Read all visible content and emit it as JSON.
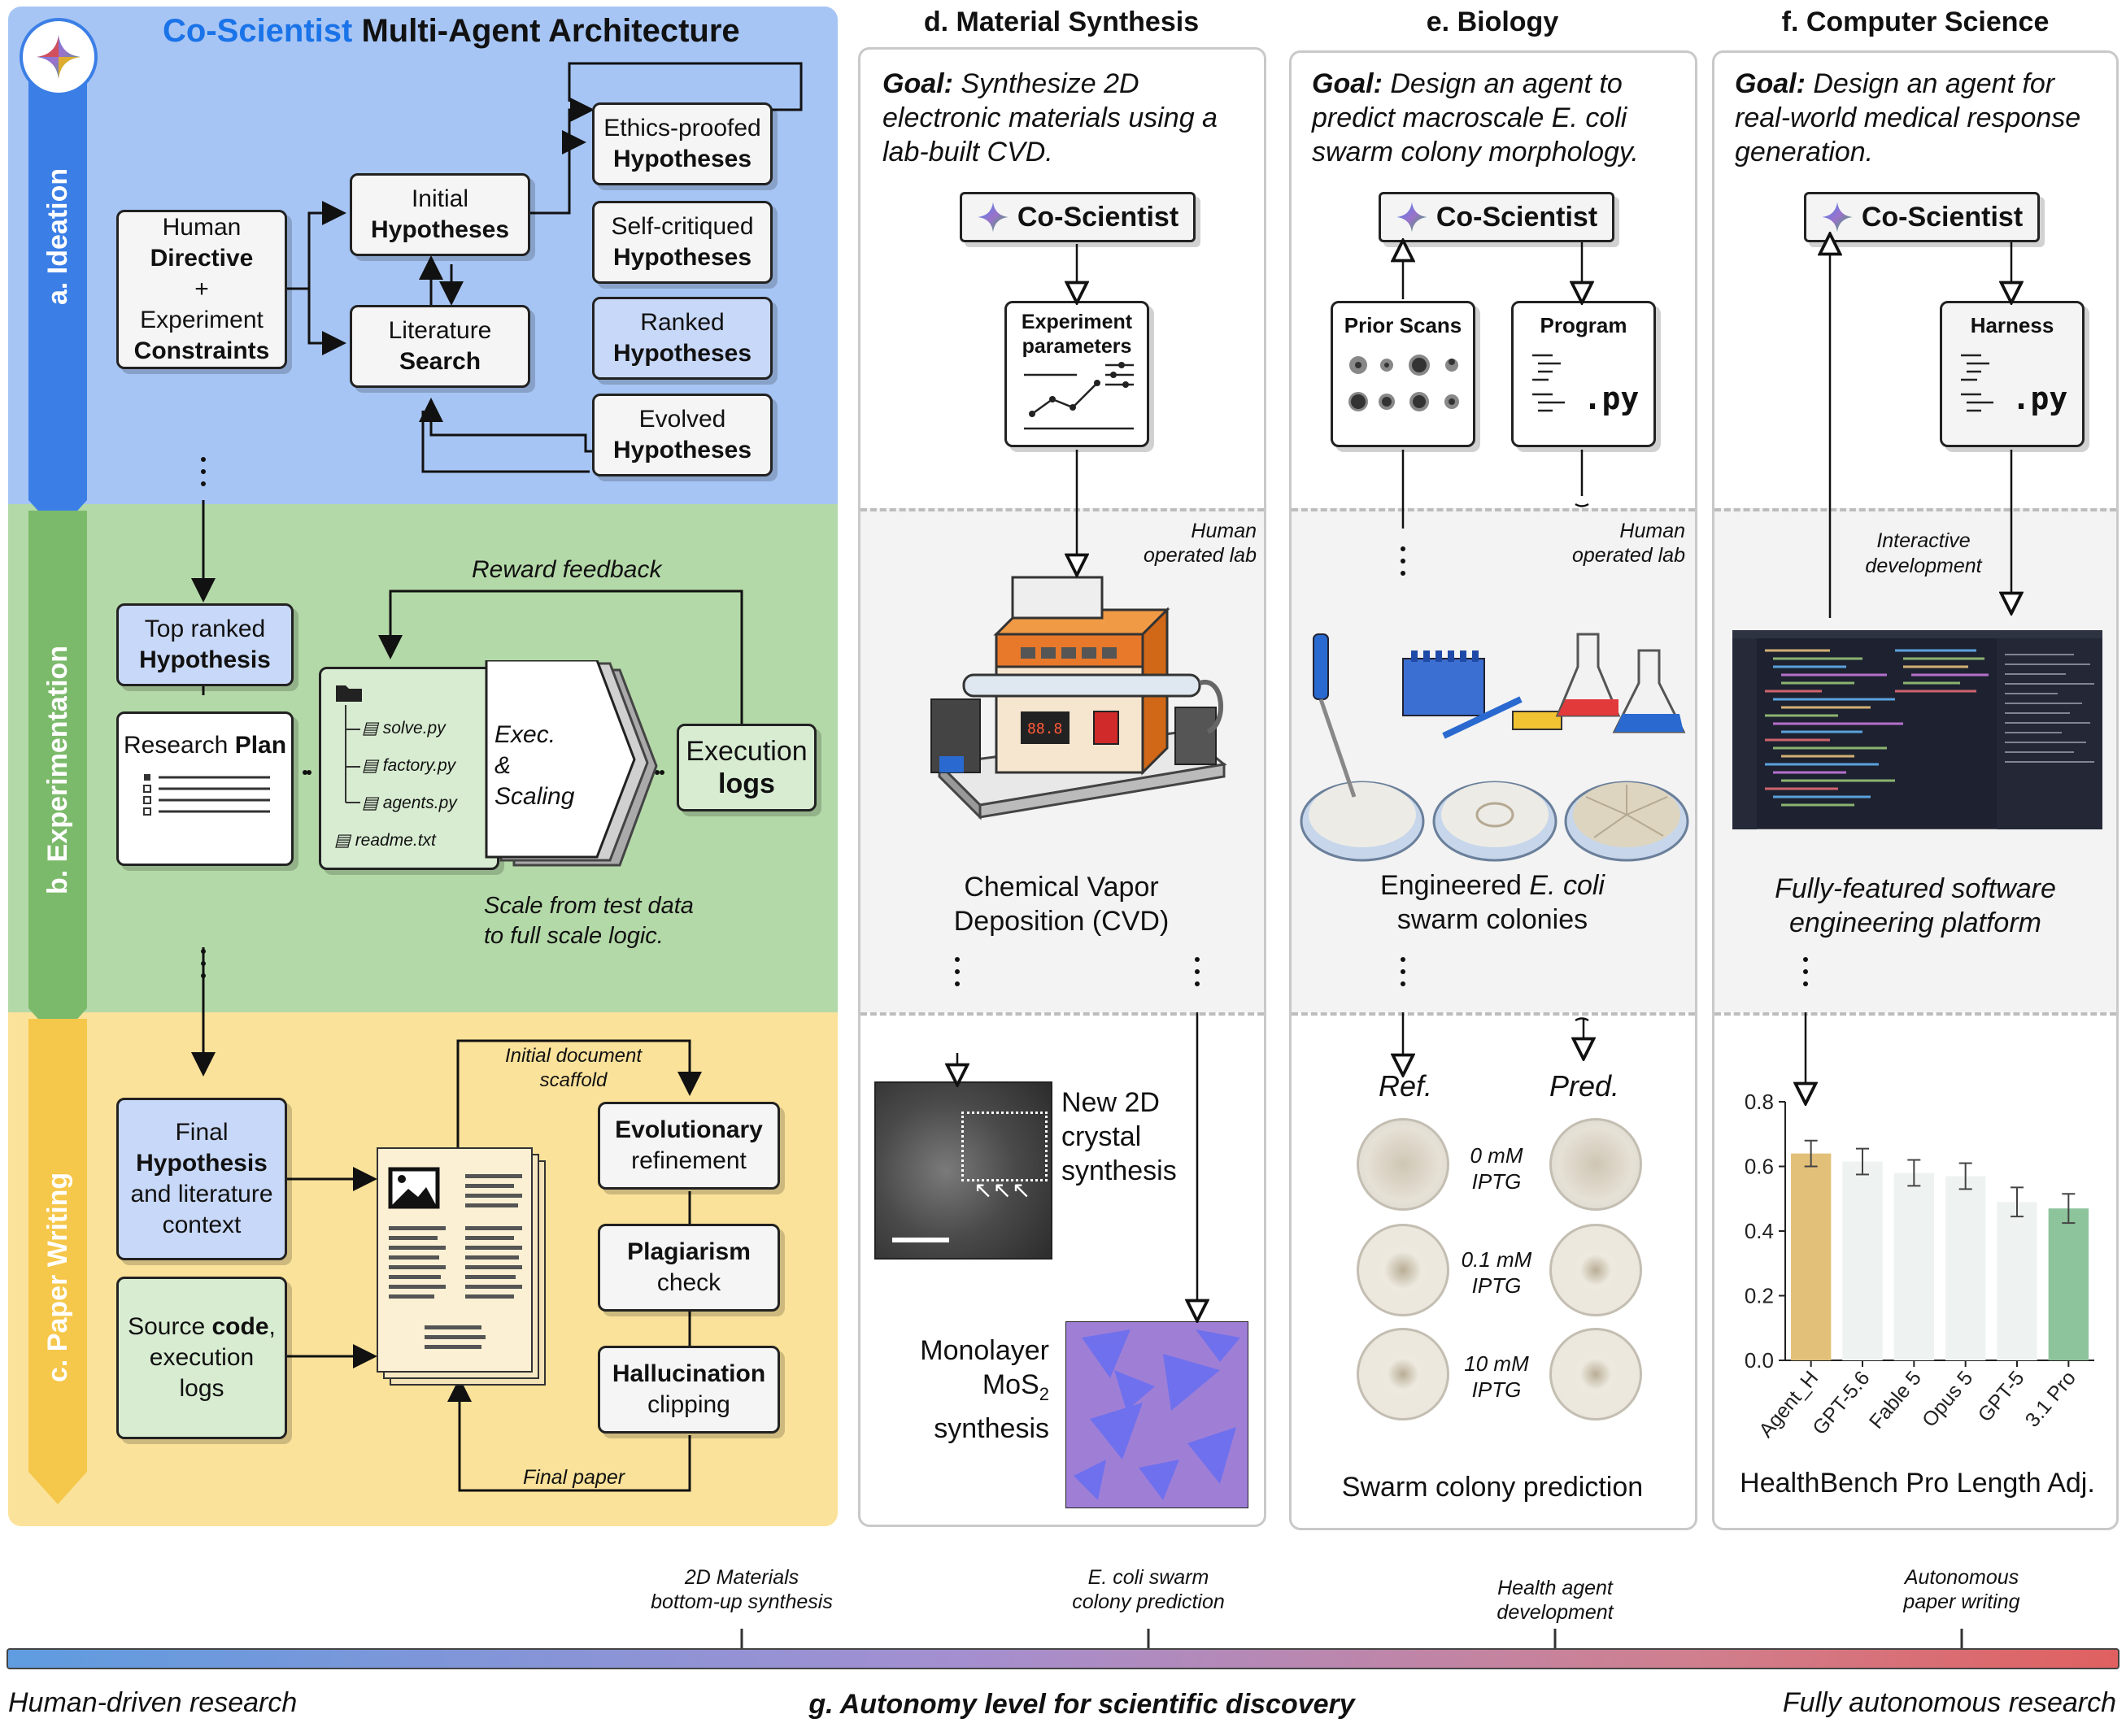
{
  "arch": {
    "title_prefix": "Co-Scientist",
    "title_suffix": " Multi-Agent Architecture",
    "brand_color": "#1a73e8",
    "sections": {
      "ideation": "a. Ideation",
      "experimentation": "b. Experimentation",
      "writing": "c. Paper Writing"
    },
    "ideation": {
      "human_l1": "Human",
      "human_l2": "Directive",
      "human_l3": "+",
      "human_l4": "Experiment",
      "human_l5": "Constraints",
      "initial_l1": "Initial",
      "initial_l2": "Hypotheses",
      "lit_l1": "Literature",
      "lit_l2": "Search",
      "ethics_l1": "Ethics-proofed",
      "ethics_l2": "Hypotheses",
      "self_l1": "Self-critiqued",
      "self_l2": "Hypotheses",
      "ranked_l1": "Ranked",
      "ranked_l2": "Hypotheses",
      "evolved_l1": "Evolved",
      "evolved_l2": "Hypotheses"
    },
    "experimentation": {
      "top_l1": "Top ranked",
      "top_l2": "Hypothesis",
      "plan_l1": "Research ",
      "plan_l2": "Plan",
      "files": [
        "solve.py",
        "factory.py",
        "agents.py",
        "readme.txt"
      ],
      "exec_l1": "Exec.",
      "exec_l2": "&",
      "exec_l3": "Scaling",
      "logs_l1": "Execution",
      "logs_l2": "logs",
      "reward": "Reward feedback",
      "scale_note": "Scale from test data to full scale logic."
    },
    "writing": {
      "final_l1": "Final",
      "final_l2": "Hypothesis",
      "final_l3": "and literature",
      "final_l4": "context",
      "source_l1": "Source ",
      "source_l2": "code",
      "source_l3": ",",
      "source_l4": "execution",
      "source_l5": "logs",
      "evo_l1": "Evolutionary",
      "evo_l2": "refinement",
      "plag_l1": "Plagiarism",
      "plag_l2": "check",
      "hall_l1": "Hallucination",
      "hall_l2": "clipping",
      "scaffold": "Initial document scaffold",
      "final_paper": "Final paper"
    }
  },
  "panels": {
    "d": {
      "title": "d. Material Synthesis",
      "goal_label": "Goal:",
      "goal_text": " Synthesize 2D electronic materials using a lab-built CVD.",
      "cs_label": "Co-Scientist",
      "params_l1": "Experiment",
      "params_l2": "parameters",
      "lab_note": "Human operated lab",
      "device_l1": "Chemical Vapor",
      "device_l2": "Deposition (CVD)",
      "crystal_l1": "New 2D",
      "crystal_l2": "crystal",
      "crystal_l3": "synthesis",
      "mono_l1": "Monolayer",
      "mono_l2": "MoS",
      "mono_sub": "2",
      "mono_l3": "synthesis"
    },
    "e": {
      "title": "e. Biology",
      "goal_label": "Goal:",
      "goal_text": " Design an agent to predict macroscale E. coli swarm colony morphology.",
      "cs_label": "Co-Scientist",
      "prior": "Prior Scans",
      "program": "Program",
      "py": ".py",
      "lab_note": "Human operated lab",
      "eng_l1": "Engineered ",
      "eng_l2": "E. coli",
      "eng_l3": "swarm colonies",
      "ref": "Ref.",
      "pred": "Pred.",
      "conc": [
        {
          "c": "0 mM",
          "u": "IPTG"
        },
        {
          "c": "0.1 mM",
          "u": "IPTG"
        },
        {
          "c": "10 mM",
          "u": "IPTG"
        }
      ],
      "caption": "Swarm colony prediction"
    },
    "f": {
      "title": "f. Computer Science",
      "goal_label": "Goal:",
      "goal_text": " Design an agent for real-world medical response generation.",
      "cs_label": "Co-Scientist",
      "harness": "Harness",
      "py": ".py",
      "interactive": "Interactive development",
      "platform": "Fully-featured software engineering platform",
      "chart_title": "HealthBench Pro Length Adj."
    }
  },
  "chart_data": {
    "type": "bar",
    "title": "HealthBench Pro Length Adj.",
    "categories": [
      "Agent_H",
      "GPT-5.6",
      "Fable 5",
      "Opus 5",
      "GPT-5",
      "3.1 Pro"
    ],
    "values": [
      0.64,
      0.615,
      0.58,
      0.57,
      0.49,
      0.47
    ],
    "errors": [
      0.04,
      0.04,
      0.04,
      0.04,
      0.045,
      0.045
    ],
    "colors": [
      "#e3c07a",
      "#eef3f1",
      "#eef3f1",
      "#eef3f1",
      "#eef3f1",
      "#8dc49b"
    ],
    "ylim": [
      0,
      0.8
    ],
    "yticks": [
      "0.0",
      "0.2",
      "0.4",
      "0.6",
      "0.8"
    ],
    "xlabel": "",
    "ylabel": ""
  },
  "timeline": {
    "title": "g. Autonomy level for scientific discovery",
    "left": "Human-driven research",
    "right": "Fully autonomous research",
    "milestones": [
      {
        "l1": "2D Materials",
        "l2": "bottom-up synthesis"
      },
      {
        "l1": "E. coli swarm",
        "l2": "colony prediction"
      },
      {
        "l1": "Health agent",
        "l2": "development"
      },
      {
        "l1": "Autonomous",
        "l2": "paper writing"
      }
    ]
  }
}
